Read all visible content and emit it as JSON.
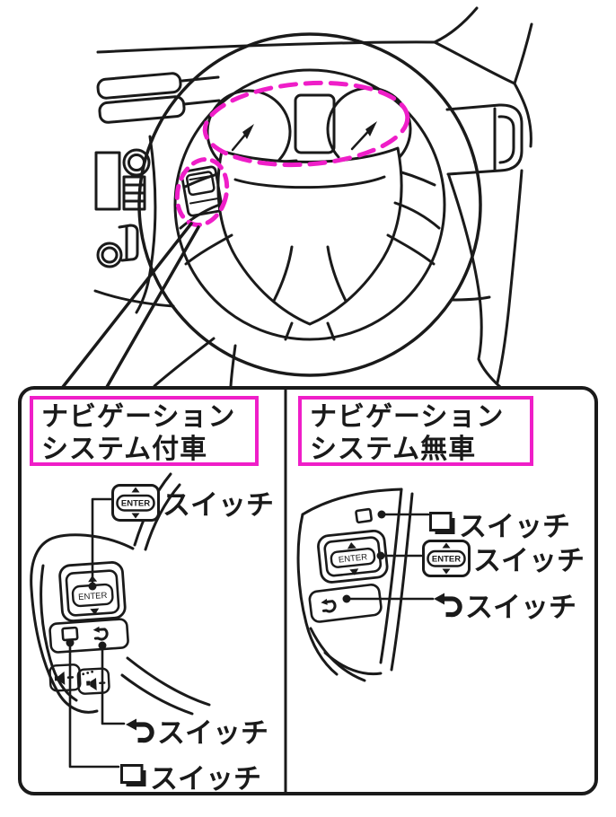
{
  "colors": {
    "highlight": "#ef1ec8",
    "ink": "#1a1a1a"
  },
  "buttons": {
    "enter": "ENTER"
  },
  "panels": {
    "left": {
      "header": [
        "ナビゲーション",
        "システム付車"
      ],
      "enter_switch_label": "スイッチ",
      "back_switch_label": "スイッチ",
      "square_switch_label": "スイッチ",
      "enter_button_text": "ENTER"
    },
    "right": {
      "header": [
        "ナビゲーション",
        "システム無車"
      ],
      "enter_switch_label": "スイッチ",
      "back_switch_label": "スイッチ",
      "square_switch_label": "スイッチ",
      "enter_button_text": "ENTER"
    }
  }
}
